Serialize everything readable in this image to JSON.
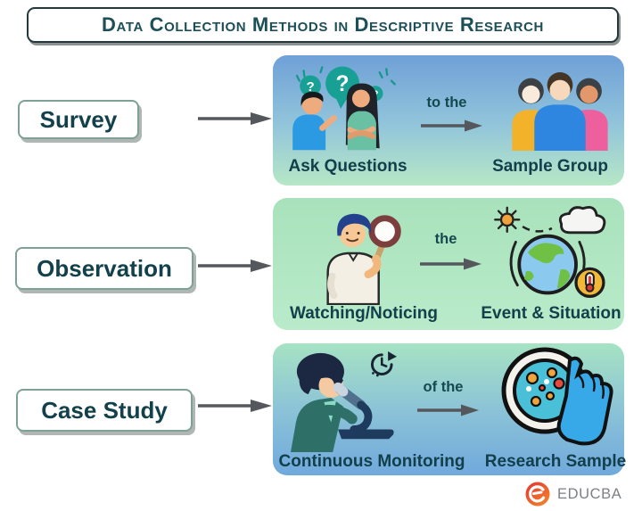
{
  "title": "Data Collection Methods in Descriptive Research",
  "rows": [
    {
      "label": "Survey",
      "source": {
        "caption": "Ask Questions",
        "icon": "conversation-question-icon"
      },
      "connector_text": "to the",
      "target": {
        "caption": "Sample Group",
        "icon": "people-group-icon"
      }
    },
    {
      "label": "Observation",
      "source": {
        "caption": "Watching/Noticing",
        "icon": "man-magnifier-icon"
      },
      "connector_text": "the",
      "target": {
        "caption": "Event & Situation",
        "icon": "earth-weather-icon"
      }
    },
    {
      "label": "Case Study",
      "source": {
        "caption": "Continuous Monitoring",
        "icon": "microscope-person-icon"
      },
      "connector_text": "of the",
      "target": {
        "caption": "Research Sample",
        "icon": "petri-dish-hand-icon"
      }
    }
  ],
  "glyphs": {
    "question_mark": "?"
  },
  "footer": {
    "brand": "EDUCBA"
  },
  "colors": {
    "heading_text": "#1c4f58",
    "label_text": "#12414b",
    "caption_text": "#123f4a",
    "arrow_gray": "#54585c",
    "panel1_top": "#6fa0d8",
    "panel1_bottom": "#b7e7c6",
    "panel2_green": "#aee4c0",
    "panel3_top": "#a6e3c3",
    "panel3_bottom": "#70a9dd",
    "bubble_teal": "#17a093",
    "brand_red": "#e8312f",
    "brand_orange": "#f1832d"
  }
}
